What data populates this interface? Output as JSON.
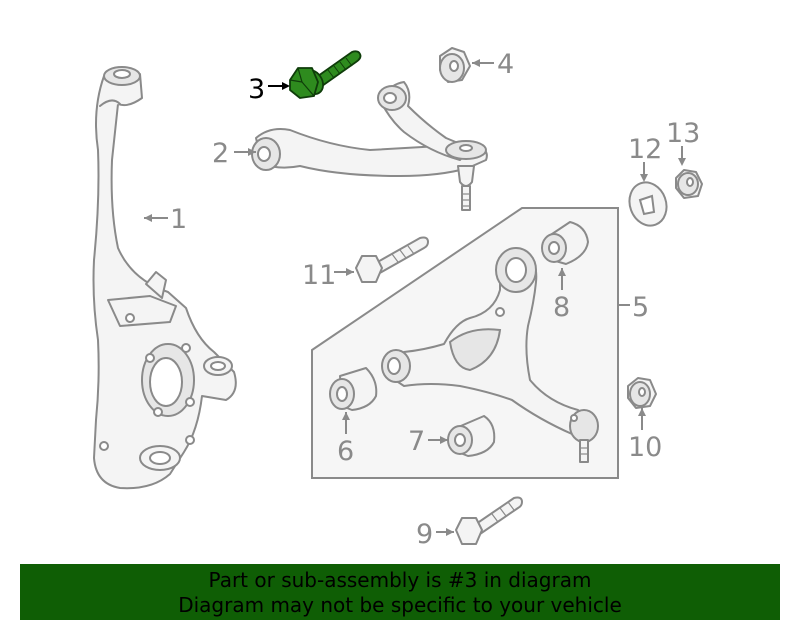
{
  "callouts": {
    "c1": "1",
    "c2": "2",
    "c3": "3",
    "c4": "4",
    "c5": "5",
    "c6": "6",
    "c7": "7",
    "c8": "8",
    "c9": "9",
    "c10": "10",
    "c11": "11",
    "c12": "12",
    "c13": "13"
  },
  "highlighted_part": "3",
  "colors": {
    "highlight": "#2e8b1e",
    "banner": "#0f5e05",
    "lines": "#8a8a8a"
  },
  "banner": {
    "line1": "Part or sub-assembly is #3 in diagram",
    "line2": "Diagram may not be specific to your vehicle"
  }
}
